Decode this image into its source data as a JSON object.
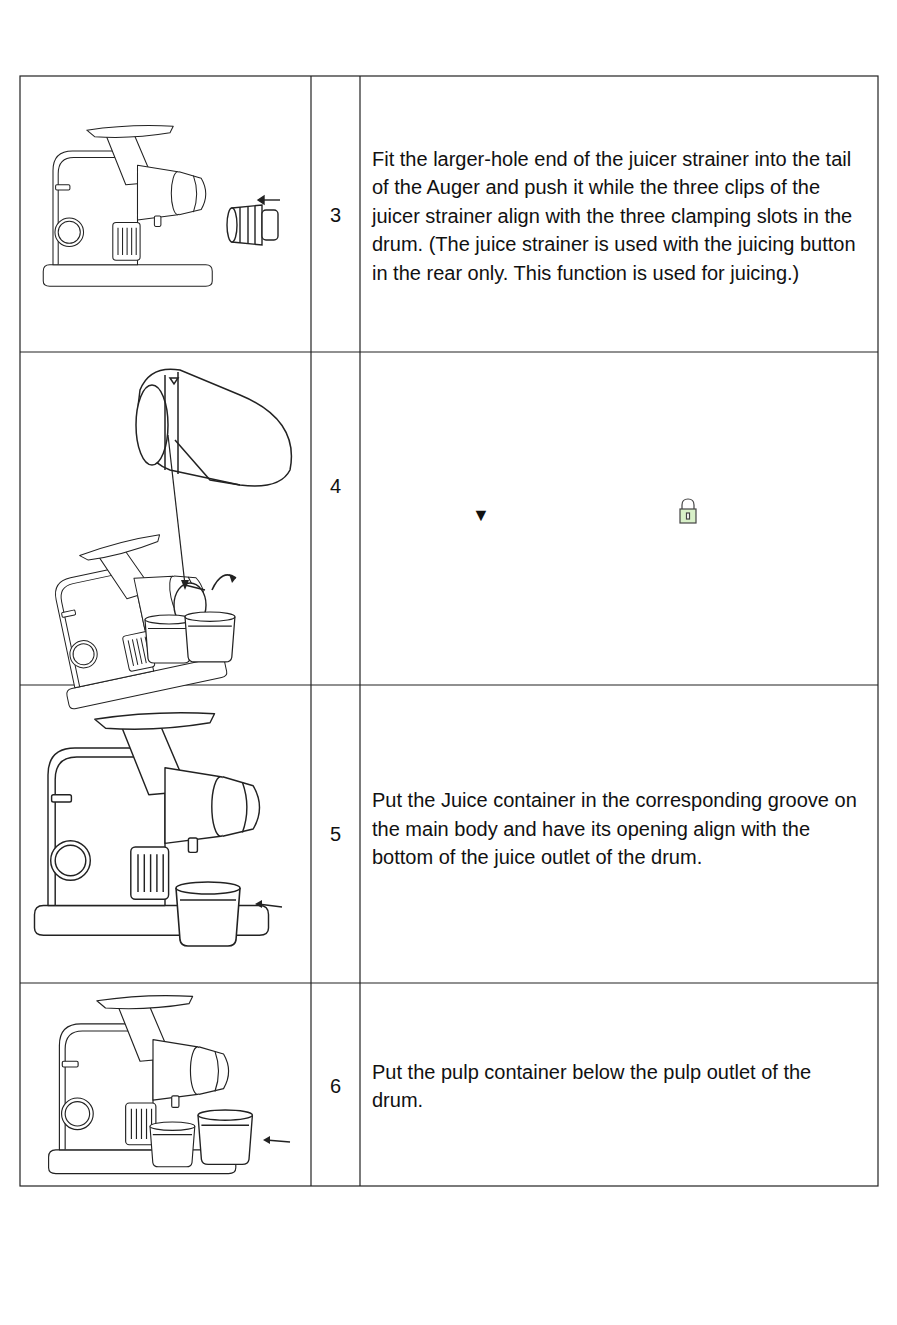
{
  "diagram": {
    "labels": [
      "3",
      "Fit the larger-hole end of the juicer strainer into the tail of the Auger and push it while the three clips of the juicer strainer align with the three clamping slots in the drum. (The juice strainer is used with the juicing button in the rear only. This function is used for juicing.)",
      "4",
      "▼",
      "5",
      "Put the Juice container in the corresponding groove on the main body and have its opening align with the bottom of the juice outlet of the drum.",
      "6",
      "Put the pulp container below the pulp outlet of the drum."
    ]
  }
}
